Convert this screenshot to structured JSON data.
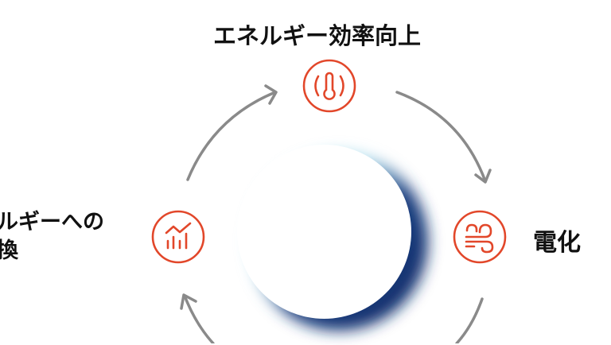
{
  "diagram": {
    "type": "cycle",
    "nodes": [
      {
        "id": "top",
        "label": "エネルギー効率向上",
        "icon": "thermometer-icon"
      },
      {
        "id": "right",
        "label": "電化",
        "icon": "wind-icon"
      },
      {
        "id": "left",
        "label_lines": [
          "ルギーへの",
          "換"
        ],
        "icon": "chart-growth-icon"
      }
    ],
    "arrows": [
      {
        "from": "left",
        "to": "top",
        "direction": "clockwise"
      },
      {
        "from": "top",
        "to": "right",
        "direction": "clockwise"
      },
      {
        "from": "right",
        "to": "bottom",
        "direction": "clockwise"
      },
      {
        "from": "bottom",
        "to": "left",
        "direction": "clockwise"
      }
    ],
    "center": {
      "shape": "circle",
      "label": ""
    }
  },
  "colors": {
    "icon_accent": "#e2472a",
    "arrow": "#8a8a8a",
    "glow_cyan": "#6cc7e0",
    "glow_navy": "#0b2a66",
    "text": "#111111",
    "background": "#ffffff"
  }
}
